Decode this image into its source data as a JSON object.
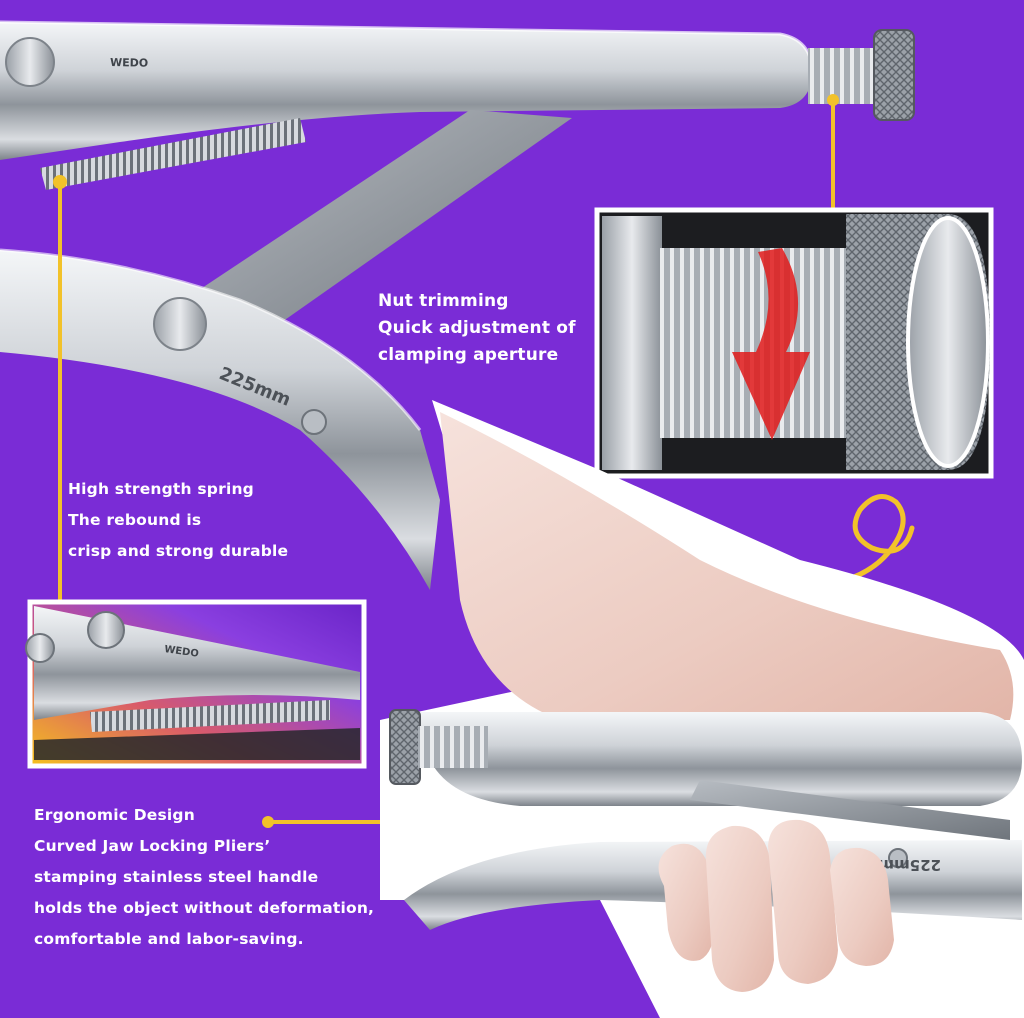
{
  "colors": {
    "background": "#7a2cd6",
    "accent": "#f2c22a",
    "text": "#ffffff",
    "steel": "#c9cdd3",
    "arrow": "#e11a1a"
  },
  "tool": {
    "brand_mark": "WEDO",
    "size_label": "225mm"
  },
  "callouts": {
    "nut": {
      "lines": [
        "Nut trimming",
        "Quick adjustment of",
        "clamping aperture"
      ]
    },
    "spring": {
      "lines": [
        "High strength spring",
        "The rebound is",
        "crisp and strong durable"
      ]
    },
    "ergonomic": {
      "lines": [
        "Ergonomic Design",
        "Curved Jaw Locking Pliers’",
        "stamping stainless steel handle",
        "holds the object without deformation,",
        "comfortable and labor-saving."
      ]
    }
  }
}
